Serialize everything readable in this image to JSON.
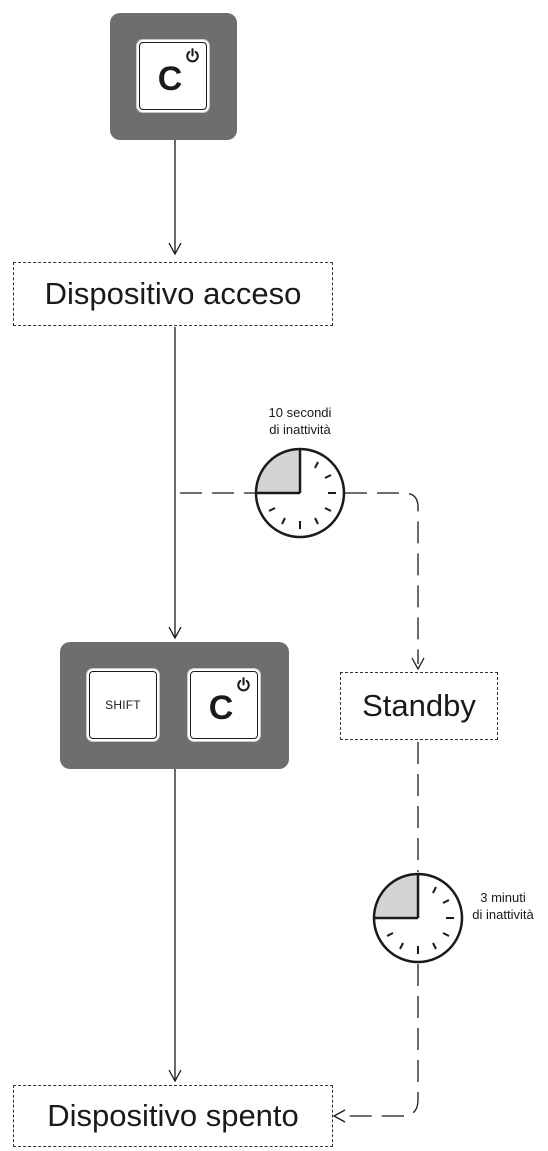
{
  "keys": {
    "power_key_letter": "C",
    "shift_key_label": "SHIFT"
  },
  "states": {
    "on": "Dispositivo acceso",
    "standby": "Standby",
    "off": "Dispositivo spento"
  },
  "timers": {
    "first": {
      "line1": "10 secondi",
      "line2": "di inattività"
    },
    "second": {
      "line1": "3 minuti",
      "line2": "di inattività"
    }
  },
  "colors": {
    "keypad": "#6e6e70",
    "clock_fill": "#d4d4d4",
    "line": "#1a1a1a"
  }
}
